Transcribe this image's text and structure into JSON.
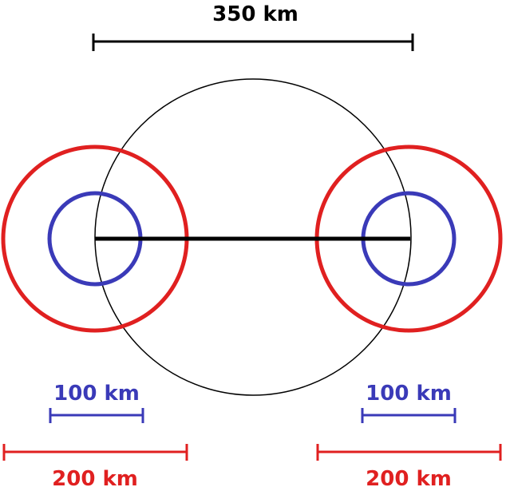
{
  "labels": {
    "top_scale": "350 km",
    "left_blue_scale": "100 km",
    "right_blue_scale": "100 km",
    "left_red_scale": "200 km",
    "right_red_scale": "200 km"
  },
  "colors": {
    "black": "#000000",
    "blue": "#3a3ab8",
    "red": "#e02020"
  }
}
